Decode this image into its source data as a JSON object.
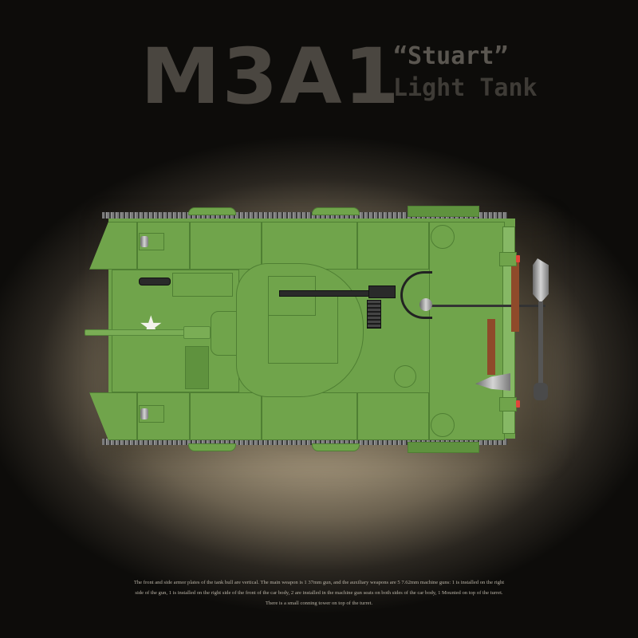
{
  "image": {
    "title": {
      "model": "M3A1",
      "nickname": "“Stuart”",
      "type": "Light Tank"
    },
    "description_lines": [
      "The front and side armor plates of the tank hull are vertical. The main weapon is 1 37mm gun, and the auxiliary weapons are 5 7.62mm machine guns: 1 is installed on the right",
      "side of the gun, 1 is installed on the right side of the front of the car body, 2 are installed in the machine gun seats on both sides of the car body, 1 Mounted on top of the turret.",
      "There is a small conning tower on top of the turret."
    ],
    "subject": "Top-down view of a green brick-built M3A1 Stuart light tank model",
    "markings": {
      "star": "★"
    },
    "colors": {
      "background_center": "#bcae93",
      "background_edge": "#0d0c0a",
      "hull_green": "#6ea24a",
      "title_text": "#4a4640",
      "tool_handle": "#8f4a2a",
      "tail_lights": "#e2453a"
    }
  }
}
